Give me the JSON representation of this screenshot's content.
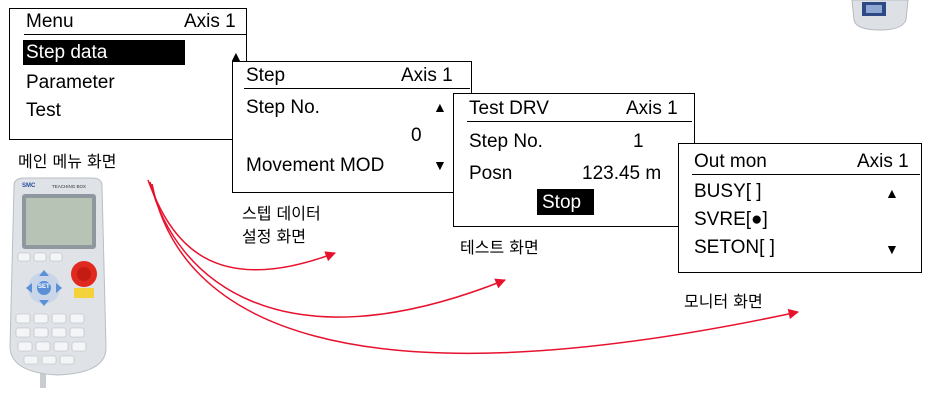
{
  "screens": {
    "menu": {
      "title": "Menu",
      "axis": "Axis 1",
      "items": [
        "Step data",
        "Parameter",
        "Test"
      ],
      "caption": "메인 메뉴 화면"
    },
    "step": {
      "title": "Step",
      "axis": "Axis 1",
      "step_label": "Step No.",
      "step_value": "0",
      "movement_label": "Movement MOD",
      "caption_line1": "스텝 데이터",
      "caption_line2": "설정 화면"
    },
    "test": {
      "title": "Test DRV",
      "axis": "Axis 1",
      "step_label": "Step No.",
      "step_value": "1",
      "posn_label": "Posn",
      "posn_value": "123.45 m",
      "stop_label": "Stop",
      "caption": "테스트 화면"
    },
    "monitor": {
      "title": "Out mon",
      "axis": "Axis 1",
      "signals": [
        "BUSY[  ]",
        "SVRE[",
        "SETON[  ]"
      ],
      "svre_close": "]",
      "caption": "모니터 화면"
    }
  },
  "device": {
    "brand": "SMC",
    "label": "TEACHING BOX",
    "set_key": "SET"
  },
  "colors": {
    "arrow": "#e8112d",
    "pendant_body": "#dfe2e6",
    "estop": "#e02a20",
    "dpad": "#5c8fd6"
  },
  "icons": {
    "up": "▲",
    "down": "▼",
    "dot": "●"
  }
}
